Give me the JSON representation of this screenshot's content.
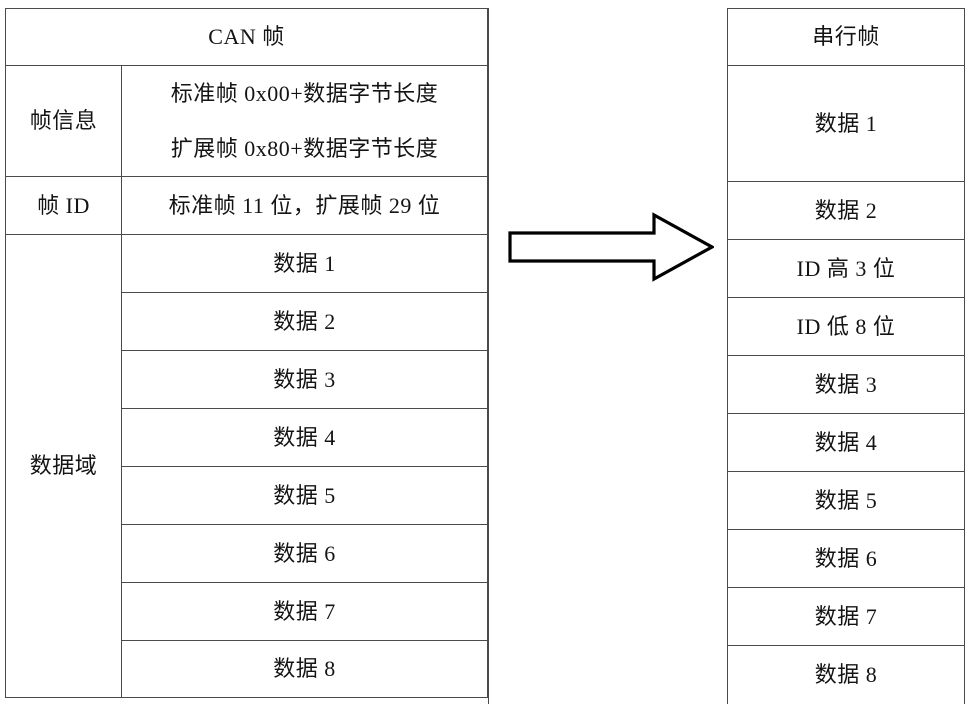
{
  "diagram": {
    "title_left": "CAN 帧",
    "title_right": "串行帧",
    "arrow": "right-arrow",
    "can_frame": {
      "header": "CAN 帧",
      "rows": [
        {
          "label": "帧信息",
          "lines": [
            "标准帧 0x00+数据字节长度",
            "扩展帧 0x80+数据字节长度"
          ]
        },
        {
          "label": "帧 ID",
          "lines": [
            "标准帧 11 位，扩展帧 29 位"
          ]
        }
      ],
      "data_field_label": "数据域",
      "data_field_rows": [
        "数据 1",
        "数据 2",
        "数据 3",
        "数据 4",
        "数据 5",
        "数据 6",
        "数据 7",
        "数据 8"
      ]
    },
    "serial_frame": {
      "header": "串行帧",
      "rows": [
        "数据 1",
        "数据 2",
        "ID 高 3 位",
        "ID 低 8 位",
        "数据 3",
        "数据 4",
        "数据 5",
        "数据 6",
        "数据 7",
        "数据 8"
      ]
    },
    "colors": {
      "line": "#4a4a4a",
      "text": "#141414",
      "arrow_stroke": "#000000",
      "background": "#ffffff"
    }
  }
}
